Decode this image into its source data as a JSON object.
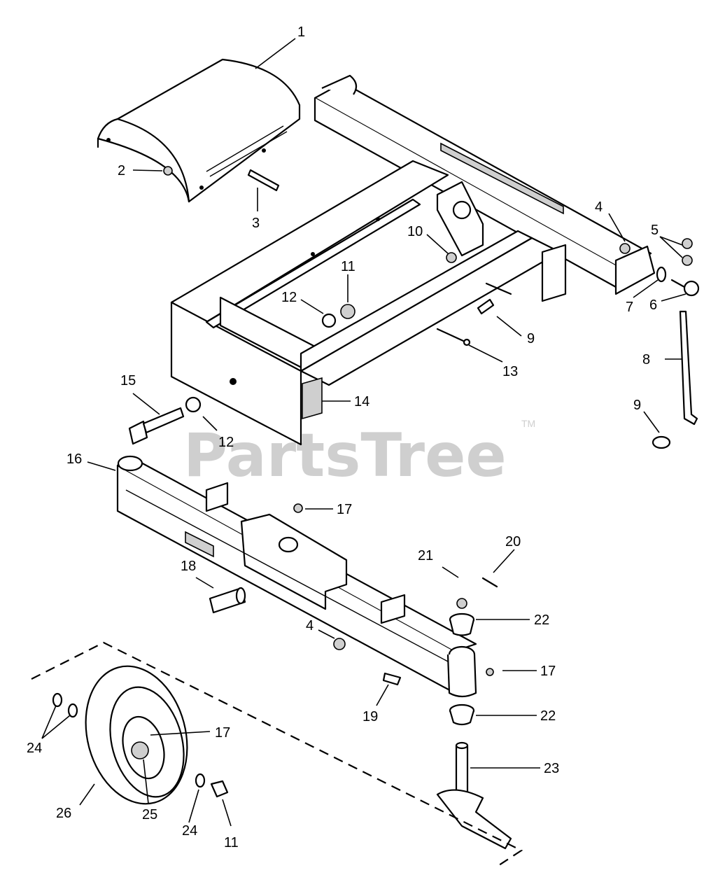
{
  "watermark": {
    "text": "PartsTree",
    "trademark": "TM"
  },
  "callouts": [
    "1",
    "2",
    "3",
    "4",
    "5",
    "10",
    "11",
    "12",
    "9",
    "7",
    "6",
    "13",
    "8",
    "15",
    "14",
    "12",
    "9",
    "16",
    "17",
    "20",
    "21",
    "18",
    "22",
    "4",
    "17",
    "19",
    "22",
    "24",
    "17",
    "23",
    "24",
    "26",
    "25",
    "24",
    "11"
  ]
}
